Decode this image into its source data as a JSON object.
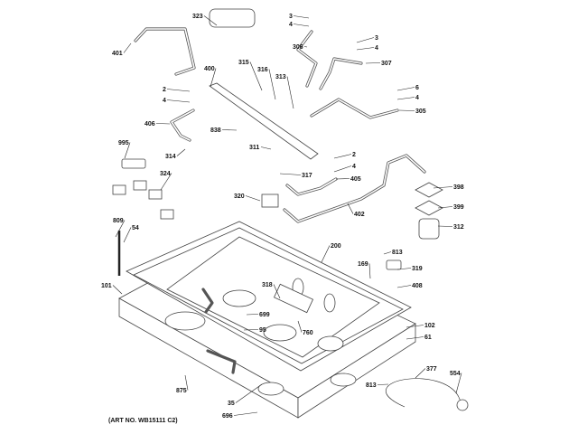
{
  "diagram": {
    "art_number": "(ART NO. WB15111 C2)",
    "callouts": [
      "323",
      "3",
      "4",
      "401",
      "306",
      "3",
      "4",
      "307",
      "315",
      "316",
      "313",
      "400",
      "2",
      "4",
      "6",
      "4",
      "305",
      "406",
      "838",
      "995",
      "311",
      "2",
      "4",
      "314",
      "317",
      "405",
      "324",
      "398",
      "320",
      "399",
      "402",
      "312",
      "809",
      "54",
      "200",
      "813",
      "169",
      "319",
      "408",
      "101",
      "318",
      "699",
      "102",
      "95",
      "760",
      "61",
      "377",
      "554",
      "875",
      "813",
      "35",
      "696"
    ]
  }
}
